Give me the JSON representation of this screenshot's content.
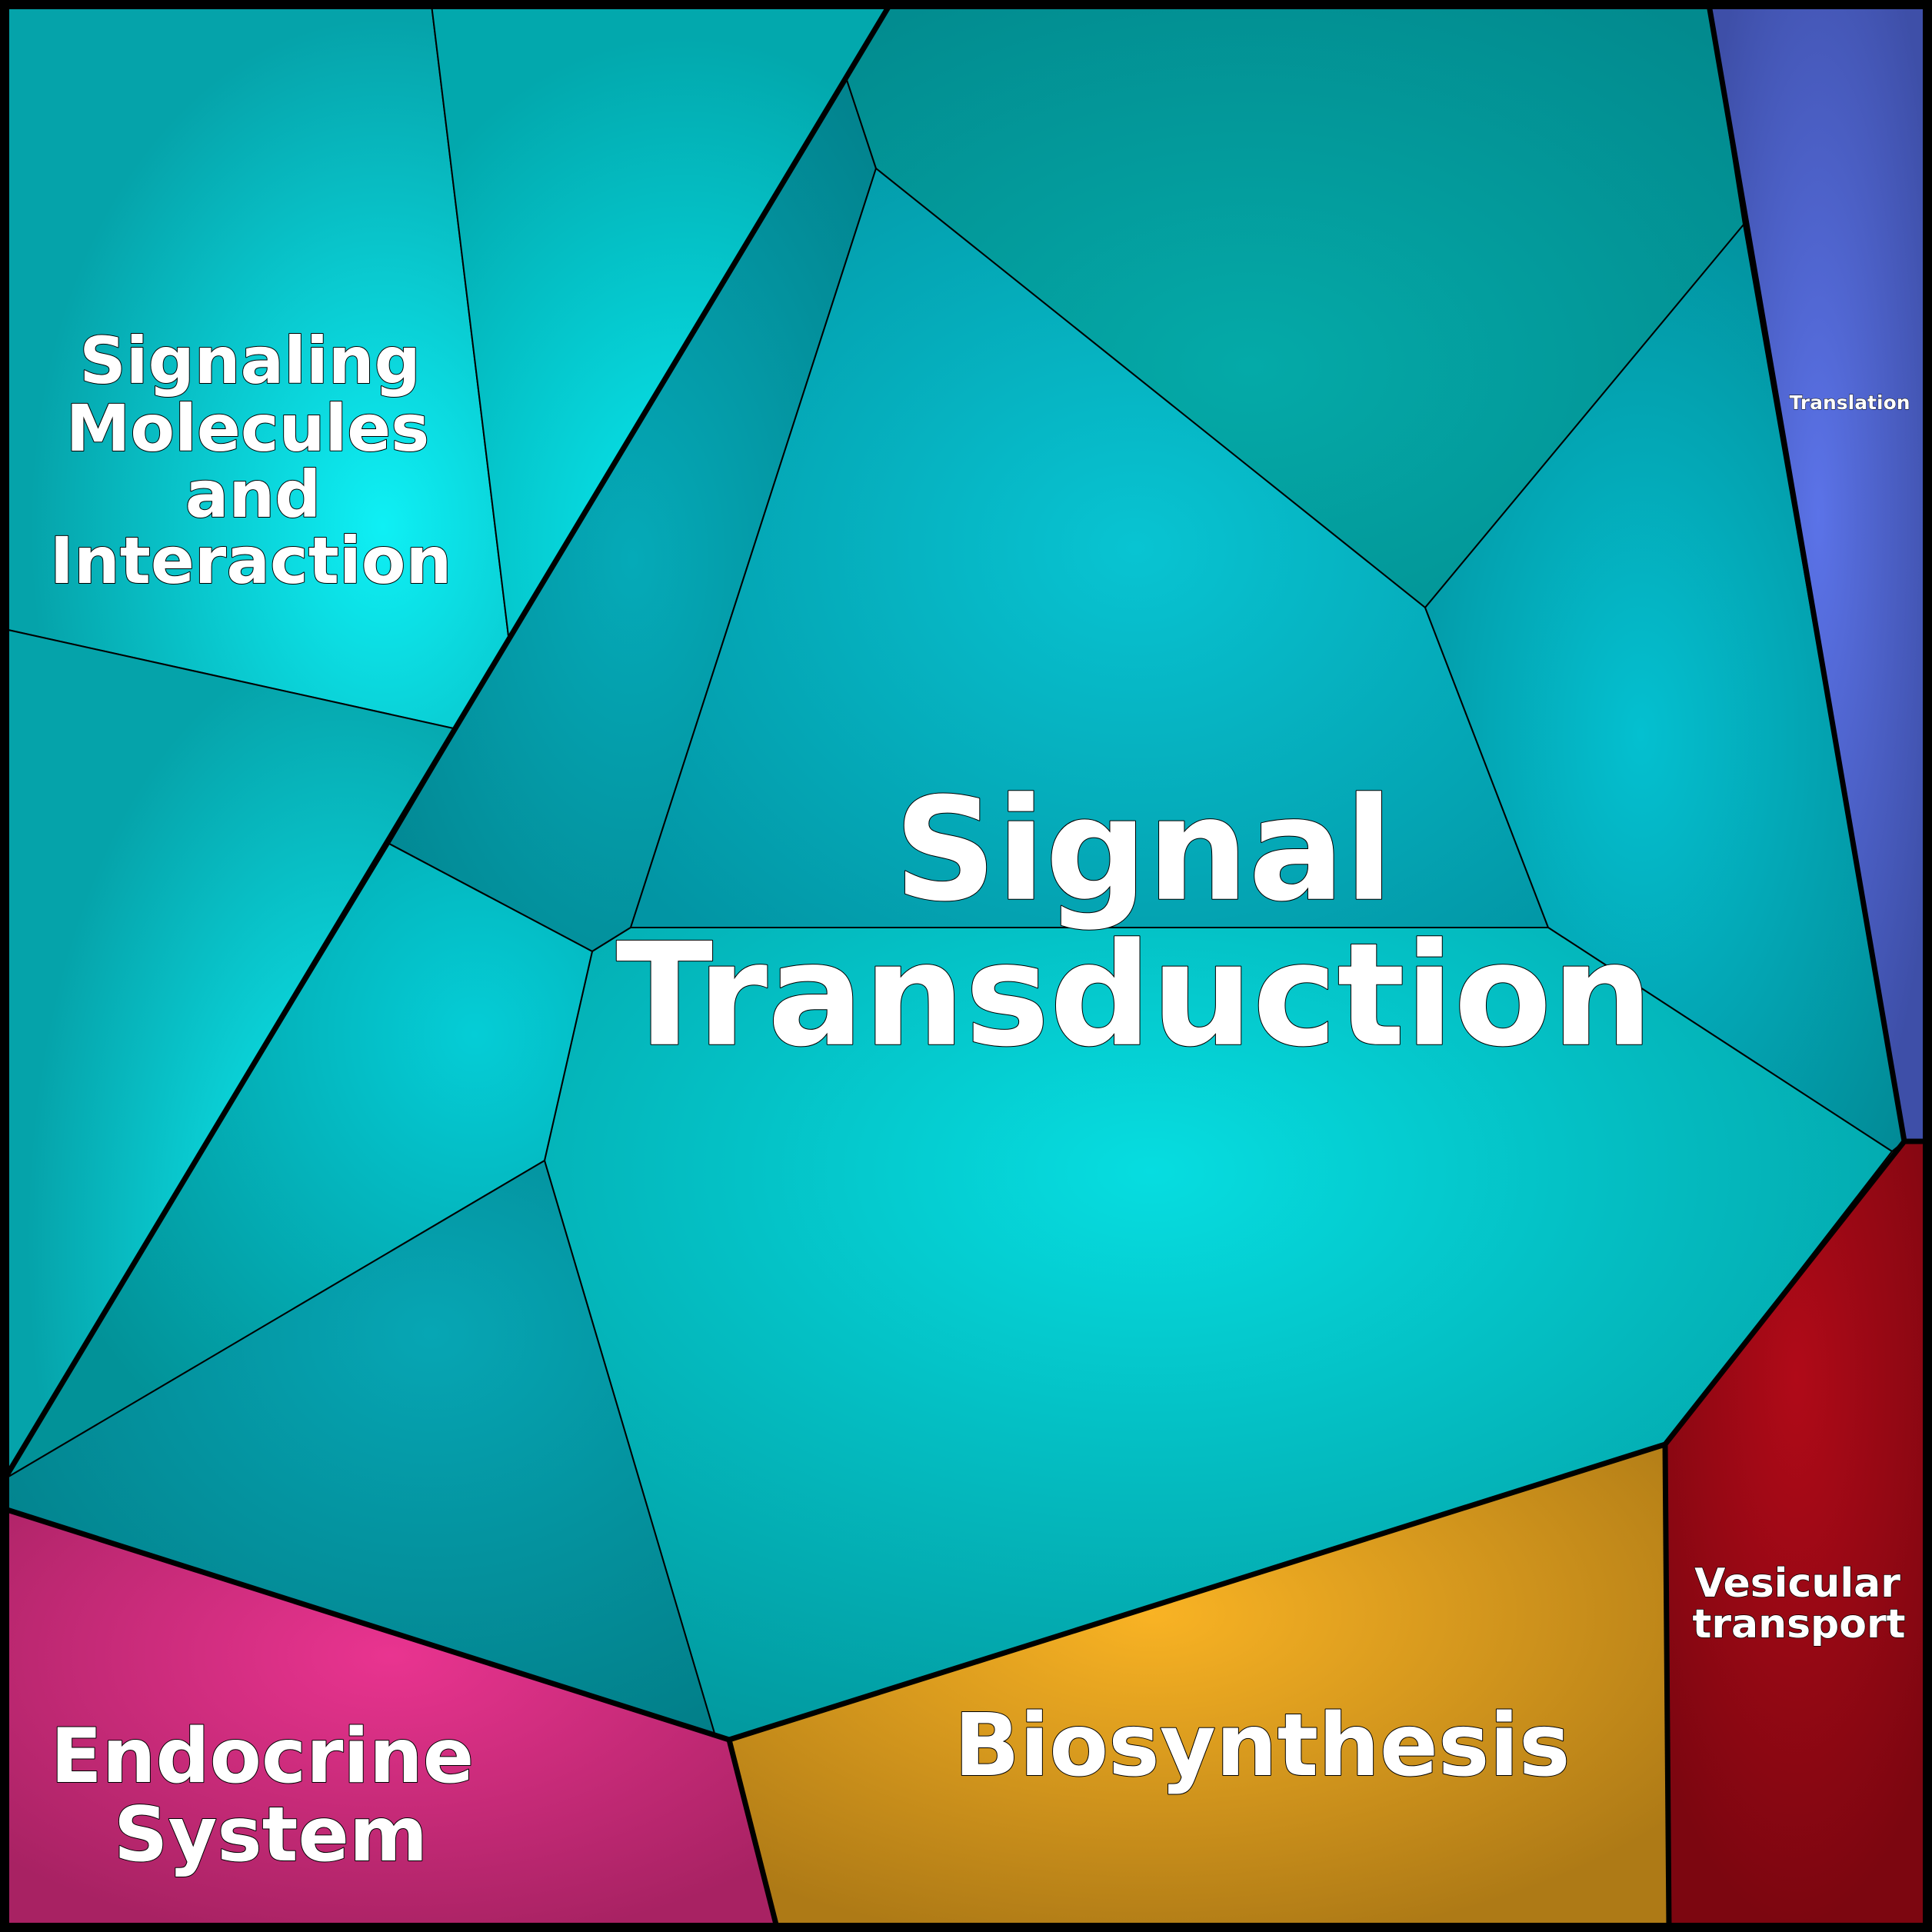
{
  "colors": {
    "teal_light": "#0ef0f5",
    "teal_mid": "#04b4ba",
    "teal_dark": "#028a90",
    "signal_center": "#06dde0",
    "translation_center": "#5b73e8",
    "translation_edge": "#3e4fa8",
    "vesicular_center": "#b00a18",
    "vesicular_edge": "#7c0610",
    "biosynthesis_center": "#f9b324",
    "biosynthesis_edge": "#ae7a16",
    "endocrine_center": "#e93490",
    "endocrine_edge": "#a82263"
  },
  "labels": {
    "signal_line1": "Signal",
    "signal_line2": "Transduction",
    "signaling_line1": "Signaling",
    "signaling_line2": "Molecules",
    "signaling_line3": "and",
    "signaling_line4": "Interaction",
    "translation": "Translation",
    "vesicular_line1": "Vesicular",
    "vesicular_line2": "transport",
    "biosynthesis": "Biosynthesis",
    "endocrine_line1": "Endocrine",
    "endocrine_line2": "System"
  }
}
